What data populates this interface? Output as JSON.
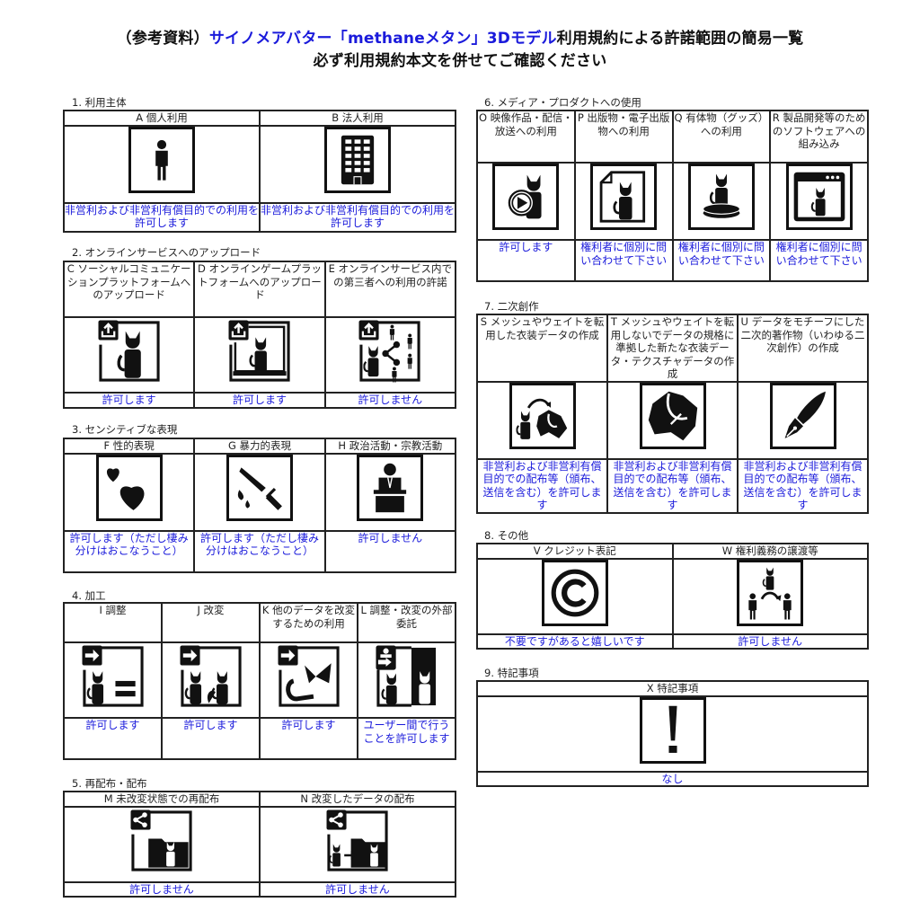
{
  "header": {
    "line1_prefix": "（参考資料）",
    "line1_highlight": "サイノメアバター「methaneメタン」3Dモデル",
    "line1_suffix": "利用規約による許諾範囲の簡易一覧",
    "line2": "必ず利用規約本文を併せてご確認ください"
  },
  "colors": {
    "accent": "#1a1adb",
    "border": "#222222",
    "text": "#222222"
  },
  "sections": [
    {
      "label": "1. 利用主体",
      "items": [
        {
          "header": "A 個人利用",
          "icon": "person-icon",
          "result": "非営利および非営利有償目的での利用を許可します"
        },
        {
          "header": "B 法人利用",
          "icon": "building-icon",
          "result": "非営利および非営利有償目的での利用を許可します"
        }
      ]
    },
    {
      "label": "2. オンラインサービスへのアップロード",
      "items": [
        {
          "header": "C ソーシャルコミュニケーションプラットフォームへのアップロード",
          "icon": "upload-avatar-icon",
          "result": "許可します"
        },
        {
          "header": "D オンラインゲームプラットフォームへのアップロード",
          "icon": "upload-game-platform-icon",
          "result": "許可します"
        },
        {
          "header": "E オンラインサービス内での第三者への利用の許諾",
          "icon": "upload-share-third-party-icon",
          "result": "許可しません"
        }
      ]
    },
    {
      "label": "3. センシティブな表現",
      "items": [
        {
          "header": "F 性的表現",
          "icon": "hearts-icon",
          "result": "許可します（ただし棲み分けはおこなうこと）"
        },
        {
          "header": "G 暴力的表現",
          "icon": "knife-icon",
          "result": "許可します（ただし棲み分けはおこなうこと）"
        },
        {
          "header": "H 政治活動・宗教活動",
          "icon": "podium-speaker-icon",
          "result": "許可しません"
        }
      ]
    },
    {
      "label": "4. 加工",
      "items": [
        {
          "header": "I 調整",
          "icon": "adjust-equal-icon",
          "result": "許可します"
        },
        {
          "header": "J 改変",
          "icon": "modify-avatar-icon",
          "result": "許可します"
        },
        {
          "header": "K 他のデータを改変するための利用",
          "icon": "parts-reuse-icon",
          "result": "許可します"
        },
        {
          "header": "L 調整・改変の外部委託",
          "icon": "outsource-icon",
          "result": "ユーザー間で行うことを許可します"
        }
      ]
    },
    {
      "label": "5. 再配布・配布",
      "items": [
        {
          "header": "M 未改変状態での再配布",
          "icon": "share-folder-icon",
          "result": "許可しません"
        },
        {
          "header": "N 改変したデータの配布",
          "icon": "share-modified-folder-icon",
          "result": "許可しません"
        }
      ]
    },
    {
      "label": "6. メディア・プロダクトへの使用",
      "items": [
        {
          "header": "O 映像作品・配信・放送への利用",
          "icon": "video-play-icon",
          "result": "許可します"
        },
        {
          "header": "P 出版物・電子出版物への利用",
          "icon": "document-publication-icon",
          "result": "権利者に個別に問い合わせて下さい"
        },
        {
          "header": "Q 有体物（グッズ）への利用",
          "icon": "figure-goods-icon",
          "result": "権利者に個別に問い合わせて下さい"
        },
        {
          "header": "R 製品開発等のためのソフトウェアへの組み込み",
          "icon": "software-window-icon",
          "result": "権利者に個別に問い合わせて下さい"
        }
      ]
    },
    {
      "label": "7. 二次創作",
      "items": [
        {
          "header": "S メッシュやウェイトを転用した衣装データの作成",
          "icon": "avatar-to-clothing-icon",
          "result": "非営利および非営利有償目的での配布等（頒布、送信を含む）を許可します"
        },
        {
          "header": "T メッシュやウェイトを転用しないでデータの規格に準拠した新たな衣装データ・テクスチャデータの作成",
          "icon": "clothing-icon",
          "result": "非営利および非営利有償目的での配布等（頒布、送信を含む）を許可します"
        },
        {
          "header": "U データをモチーフにした二次的著作物（いわゆる二次創作）の作成",
          "icon": "pen-nib-icon",
          "result": "非営利および非営利有償目的での配布等（頒布、送信を含む）を許可します"
        }
      ]
    },
    {
      "label": "8. その他",
      "items": [
        {
          "header": "V クレジット表記",
          "icon": "copyright-icon",
          "result": "不要ですがあると嬉しいです"
        },
        {
          "header": "W 権利義務の譲渡等",
          "icon": "transfer-rights-icon",
          "result": "許可しません"
        }
      ]
    },
    {
      "label": "9. 特記事項",
      "items": [
        {
          "header": "X 特記事項",
          "icon": "exclamation-icon",
          "result": "なし"
        }
      ]
    }
  ]
}
